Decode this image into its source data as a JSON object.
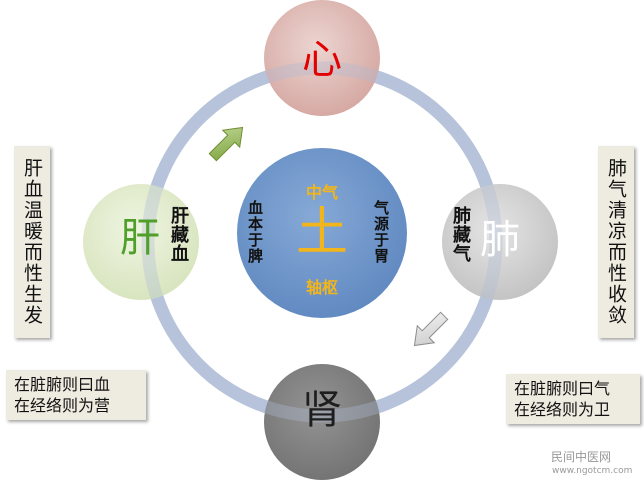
{
  "title": "",
  "colors": {
    "ring": "#b4c3da",
    "heart_fill": "#d7a8a3",
    "heart_text": "#e20000",
    "liver_fill": "#d9e6bd",
    "liver_text": "#4fa02b",
    "lung_fill": "#c8c8c8",
    "lung_text": "#ffffff",
    "kidney_fill": "#7f7f7f",
    "center_fill": "#6c93c8",
    "center_accent": "#f2b51b",
    "arrow_green": "#9bbb59",
    "arrow_gray": "#d9d9d9",
    "panel_bg": "#eeece1"
  },
  "nodes": {
    "heart": {
      "glyph": "心"
    },
    "liver": {
      "glyph": "肝"
    },
    "lung": {
      "glyph": "肺"
    },
    "kidney": {
      "glyph": "肾"
    }
  },
  "center": {
    "top_label": "中气",
    "glyph": "土",
    "bottom_label": "轴枢",
    "left_text": "血本于脾",
    "right_text": "气源于胃"
  },
  "liver_inner_text": "肝藏血",
  "lung_inner_text": "肺藏气",
  "left_panel": "肝血温暖而性生发",
  "right_panel": "肺气清凉而性收敛",
  "bottom_left_panel": [
    "在脏腑则曰血",
    "在经络则为营"
  ],
  "bottom_right_panel": [
    "在脏腑则曰气",
    "在经络则为卫"
  ],
  "arrows": [
    "arrow-up-right-icon",
    "arrow-down-left-icon"
  ],
  "watermark": {
    "name": "民间中医网",
    "url": "www.ngotcm.com"
  }
}
